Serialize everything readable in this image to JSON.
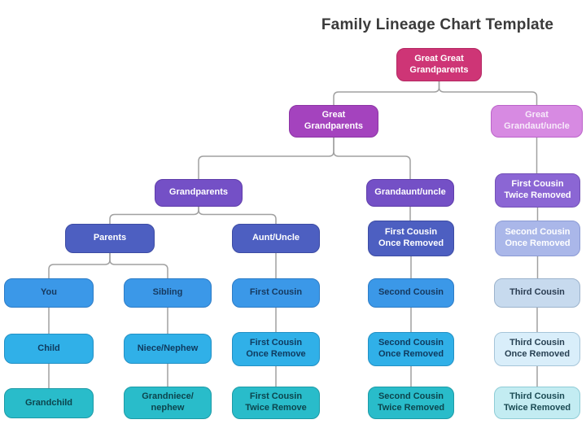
{
  "title": "Family Lineage Chart Template",
  "colors": {
    "background": "#ffffff",
    "title_text": "#3a3a3a",
    "edge": "#a0a0a0"
  },
  "chart": {
    "nodes": [
      {
        "id": "ggg",
        "label": "Great Great\nGrandparents",
        "fill": "#ce3576",
        "text": "#ffffff",
        "border": "#b42862"
      },
      {
        "id": "ggp",
        "label": "Great\nGrandparents",
        "fill": "#a443be",
        "text": "#ffffff",
        "border": "#8c34a4"
      },
      {
        "id": "ggau",
        "label": "Great\nGrandaut/uncle",
        "fill": "#d78ae2",
        "text": "#f7ebfa",
        "border": "#bb63c9"
      },
      {
        "id": "gp",
        "label": "Grandparents",
        "fill": "#7450c6",
        "text": "#ffffff",
        "border": "#5f3daa"
      },
      {
        "id": "gau",
        "label": "Grandaunt/uncle",
        "fill": "#7450c6",
        "text": "#ffffff",
        "border": "#5f3daa"
      },
      {
        "id": "fctr3",
        "label": "First Cousin\nTwice Removed",
        "fill": "#8b66d4",
        "text": "#ffffff",
        "border": "#7351b6"
      },
      {
        "id": "parents",
        "label": "Parents",
        "fill": "#4d5fc1",
        "text": "#ffffff",
        "border": "#3c4ba3"
      },
      {
        "id": "auntuncle",
        "label": "Aunt/Uncle",
        "fill": "#4d5fc1",
        "text": "#ffffff",
        "border": "#3c4ba3"
      },
      {
        "id": "fcor4",
        "label": "First Cousin\nOnce Removed",
        "fill": "#4d5fc1",
        "text": "#ffffff",
        "border": "#3c4ba3"
      },
      {
        "id": "scor4",
        "label": "Second Cousin\nOnce Removed",
        "fill": "#aab7e9",
        "text": "#ffffff",
        "border": "#8b9ad4"
      },
      {
        "id": "you",
        "label": "You",
        "fill": "#3b98e8",
        "text": "#16395f",
        "border": "#2d7cc6"
      },
      {
        "id": "sibling",
        "label": "Sibling",
        "fill": "#3b98e8",
        "text": "#16395f",
        "border": "#2d7cc6"
      },
      {
        "id": "fc",
        "label": "First Cousin",
        "fill": "#3b98e8",
        "text": "#16395f",
        "border": "#2d7cc6"
      },
      {
        "id": "sc",
        "label": "Second Cousin",
        "fill": "#3b98e8",
        "text": "#16395f",
        "border": "#2d7cc6"
      },
      {
        "id": "tc",
        "label": "Third Cousin",
        "fill": "#c7daee",
        "text": "#2b3d52",
        "border": "#9cb3cc"
      },
      {
        "id": "child",
        "label": "Child",
        "fill": "#30b0e8",
        "text": "#0f3a5e",
        "border": "#2390c4"
      },
      {
        "id": "niece",
        "label": "Niece/Nephew",
        "fill": "#30b0e8",
        "text": "#0f3a5e",
        "border": "#2390c4"
      },
      {
        "id": "fcor6",
        "label": "First Cousin\nOnce Remove",
        "fill": "#30b0e8",
        "text": "#0f3a5e",
        "border": "#2390c4"
      },
      {
        "id": "scor6",
        "label": "Second Cousin\nOnce Removed",
        "fill": "#30b0e8",
        "text": "#0f3a5e",
        "border": "#2390c4"
      },
      {
        "id": "tcor6",
        "label": "Third Cousin\nOnce Removed",
        "fill": "#d9eefa",
        "text": "#274052",
        "border": "#a6c5d9"
      },
      {
        "id": "grandchild",
        "label": "Grandchild",
        "fill": "#29bcca",
        "text": "#0c454d",
        "border": "#1d9aa6"
      },
      {
        "id": "grandniece",
        "label": "Grandniece/\nnephew",
        "fill": "#29bcca",
        "text": "#0c454d",
        "border": "#1d9aa6"
      },
      {
        "id": "fctr7",
        "label": "First Cousin\nTwice Remove",
        "fill": "#29bcca",
        "text": "#0c454d",
        "border": "#1d9aa6"
      },
      {
        "id": "sctr7",
        "label": "Second Cousin\nTwice Removed",
        "fill": "#29bcca",
        "text": "#0c454d",
        "border": "#1d9aa6"
      },
      {
        "id": "tctr7",
        "label": "Third Cousin\nTwice Removed",
        "fill": "#c3ecf2",
        "text": "#1b4b54",
        "border": "#8fccd6"
      }
    ],
    "edges": [
      {
        "from": "ggg",
        "to": "ggp"
      },
      {
        "from": "ggg",
        "to": "ggau"
      },
      {
        "from": "ggp",
        "to": "gp"
      },
      {
        "from": "ggp",
        "to": "gau"
      },
      {
        "from": "ggau",
        "to": "fctr3"
      },
      {
        "from": "gp",
        "to": "parents"
      },
      {
        "from": "gp",
        "to": "auntuncle"
      },
      {
        "from": "gau",
        "to": "fcor4"
      },
      {
        "from": "fctr3",
        "to": "scor4"
      },
      {
        "from": "parents",
        "to": "you"
      },
      {
        "from": "parents",
        "to": "sibling"
      },
      {
        "from": "auntuncle",
        "to": "fc"
      },
      {
        "from": "fcor4",
        "to": "sc"
      },
      {
        "from": "scor4",
        "to": "tc"
      },
      {
        "from": "you",
        "to": "child"
      },
      {
        "from": "sibling",
        "to": "niece"
      },
      {
        "from": "fc",
        "to": "fcor6"
      },
      {
        "from": "sc",
        "to": "scor6"
      },
      {
        "from": "tc",
        "to": "tcor6"
      },
      {
        "from": "child",
        "to": "grandchild"
      },
      {
        "from": "niece",
        "to": "grandniece"
      },
      {
        "from": "fcor6",
        "to": "fctr7"
      },
      {
        "from": "scor6",
        "to": "sctr7"
      },
      {
        "from": "tcor6",
        "to": "tctr7"
      }
    ]
  }
}
